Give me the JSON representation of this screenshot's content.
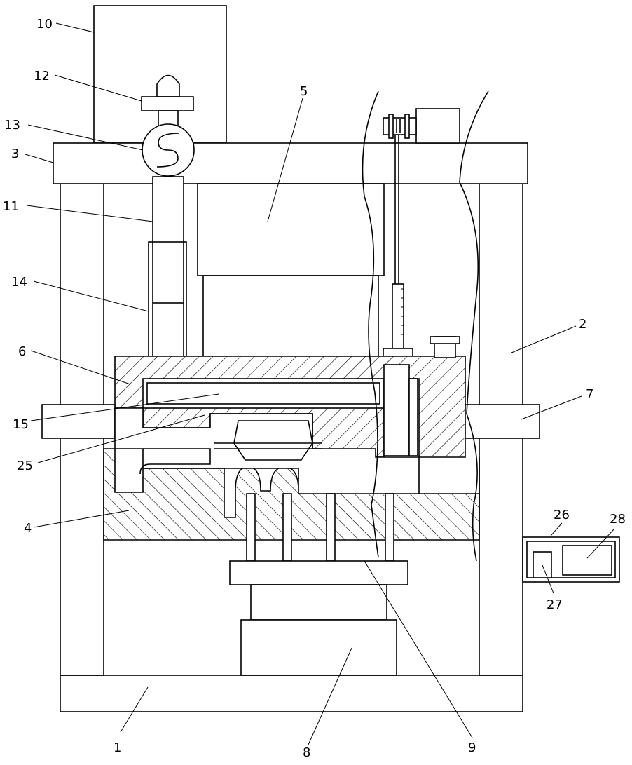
{
  "drawing": {
    "labels": {
      "l1": "1",
      "l2": "2",
      "l3": "3",
      "l4": "4",
      "l5": "5",
      "l6": "6",
      "l7": "7",
      "l8": "8",
      "l9": "9",
      "l10": "10",
      "l11": "11",
      "l12": "12",
      "l13": "13",
      "l14": "14",
      "l15": "15",
      "l25": "25",
      "l26": "26",
      "l27": "27",
      "l28": "28"
    }
  }
}
